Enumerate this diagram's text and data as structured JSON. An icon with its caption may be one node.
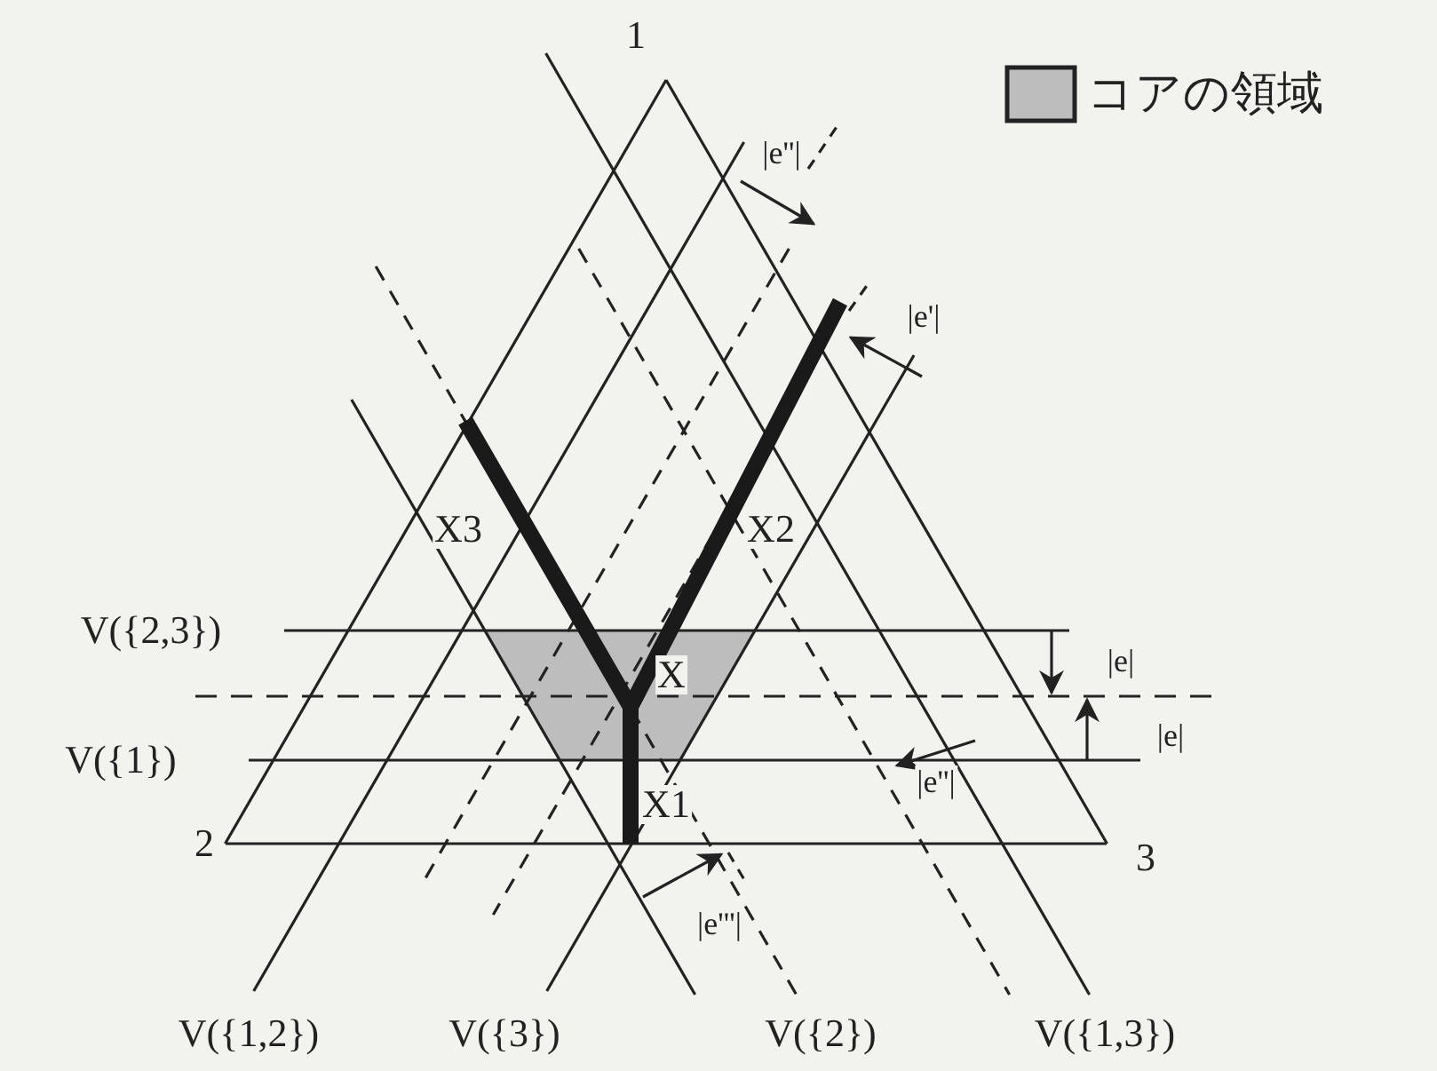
{
  "diagram": {
    "labels": [
      "1",
      "|e''|",
      "|e'|",
      "X3",
      "X2",
      "V({2,3})",
      "X",
      "|e|",
      "|e|",
      "V({1})",
      "|e''|",
      "X1",
      "2",
      "3",
      "|e'''|",
      "V({1,2})",
      "V({3})",
      "V({2})",
      "V({1,3})"
    ],
    "legend": [
      {
        "text": "コアの領域",
        "color": "#bdbdbd"
      }
    ]
  }
}
